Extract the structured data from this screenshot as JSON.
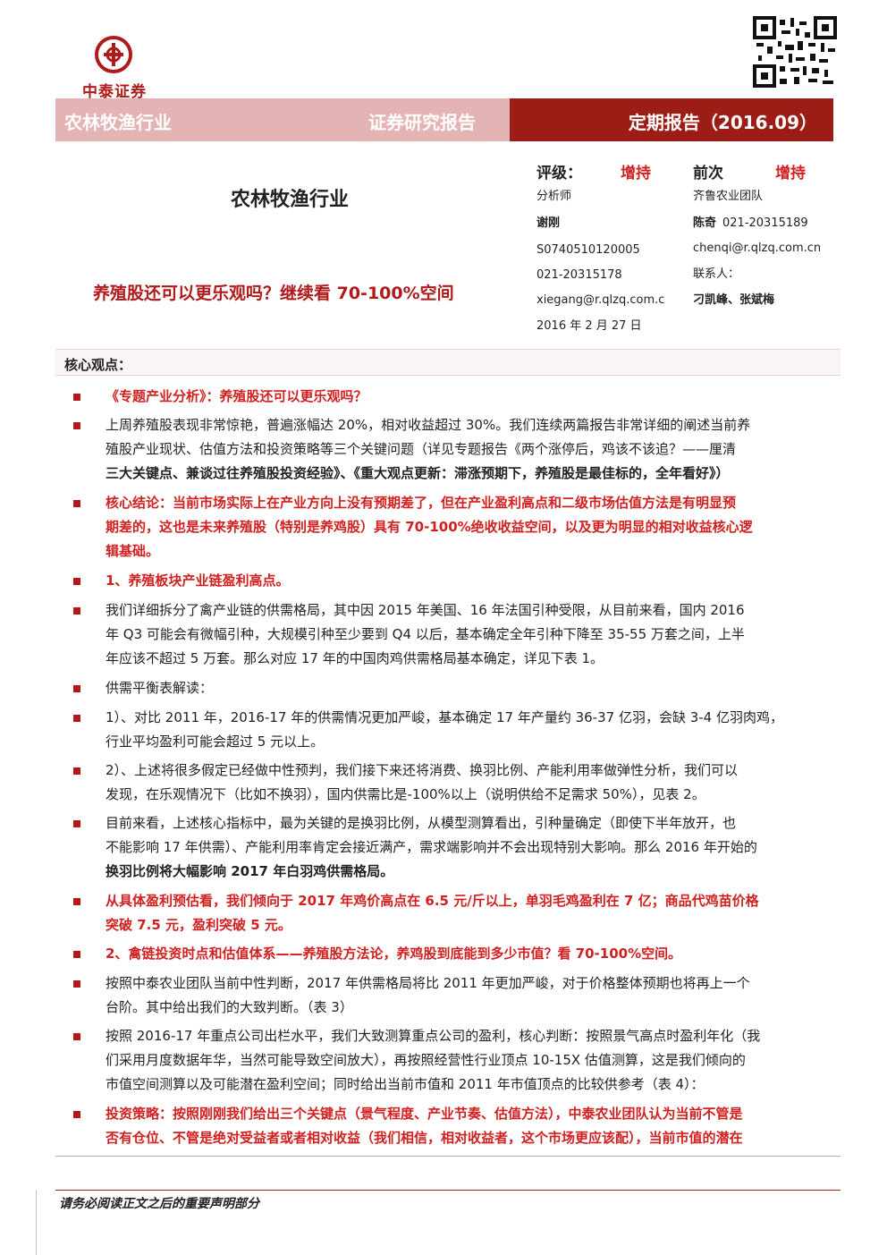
{
  "logo": {
    "name": "中泰证券",
    "brand_color": "#b01a1a"
  },
  "banner": {
    "sector": "农林牧渔行业",
    "report_type": "证券研究报告",
    "period": "定期报告（2016.09）",
    "left_color": "#e4b4b4",
    "right_color": "#9c1c16"
  },
  "header": {
    "sector_title": "农林牧渔行业",
    "headline": "养殖股还可以更乐观吗？继续看 70-100%空间"
  },
  "rating": {
    "label": "评级：",
    "value": "增持",
    "prev_label": "前次",
    "prev_value": "增持"
  },
  "analysts": {
    "role": "分析师",
    "name": "谢刚",
    "license": "S0740510120005",
    "phone": "021-20315178",
    "email": "xiegang@r.qlzq.com.c",
    "date": "2016 年 2 月 27 日"
  },
  "team": {
    "name": "齐鲁农业团队",
    "member_name": "陈奇",
    "member_phone": "021-20315189",
    "member_email": "chenqi@r.qlzq.com.cn",
    "contact_label": "联系人：",
    "contacts": "刁凯峰、张斌梅"
  },
  "section": {
    "title": "核心观点："
  },
  "paragraphs": [
    {
      "style": "red",
      "lines": [
        "《专题产业分析》：养殖股还可以更乐观吗？"
      ]
    },
    {
      "style": "mixed",
      "lines": [
        "上周养殖股表现非常惊艳，普遍涨幅达 20%，相对收益超过 30%。我们连续两篇报告非常详细的阐述当前养",
        "殖股产业现状、估值方法和投资策略等三个关键问题（详见专题报告《两个涨停后，鸡该不该追？——厘清",
        "三大关键点、兼谈过往养殖股投资经验》、《重大观点更新：滞涨预期下，养殖股是最佳标的，全年看好》）"
      ]
    },
    {
      "style": "red",
      "lines": [
        "核心结论：当前市场实际上在产业方向上没有预期差了，但在产业盈利高点和二级市场估值方法是有明显预",
        "期差的，这也是未来养殖股（特别是养鸡股）具有 70-100%绝收收益空间，以及更为明显的相对收益核心逻",
        "辑基础。"
      ]
    },
    {
      "style": "red",
      "lines": [
        "1、养殖板块产业链盈利高点。"
      ]
    },
    {
      "style": "normal",
      "lines": [
        "我们详细拆分了禽产业链的供需格局，其中因 2015 年美国、16 年法国引种受限，从目前来看，国内 2016",
        "年 Q3 可能会有微幅引种，大规模引种至少要到 Q4 以后，基本确定全年引种下降至 35-55 万套之间，上半",
        "年应该不超过 5 万套。那么对应 17 年的中国肉鸡供需格局基本确定，详见下表 1。"
      ]
    },
    {
      "style": "normal",
      "lines": [
        "供需平衡表解读："
      ]
    },
    {
      "style": "normal",
      "lines": [
        "1）、对比 2011 年，2016-17 年的供需情况更加严峻，基本确定 17 年产量约 36-37 亿羽，会缺 3-4 亿羽肉鸡，",
        "行业平均盈利可能会超过 5 元以上。"
      ]
    },
    {
      "style": "normal",
      "lines": [
        "2）、上述将很多假定已经做中性预判，我们接下来还将消费、换羽比例、产能利用率做弹性分析，我们可以",
        "发现，在乐观情况下（比如不换羽），国内供需比是-100%以上（说明供给不足需求 50%），见表 2。"
      ]
    },
    {
      "style": "mixed2",
      "lines": [
        "目前来看，上述核心指标中，最为关键的是换羽比例，从模型测算看出，引种量确定（即使下半年放开，也",
        "不能影响 17 年供需）、产能利用率肯定会接近满产，需求端影响并不会出现特别大影响。那么 2016 年开始的",
        "换羽比例将大幅影响 2017 年白羽鸡供需格局。"
      ]
    },
    {
      "style": "red",
      "lines": [
        "从具体盈利预估看，我们倾向于 2017 年鸡价高点在 6.5 元/斤以上，单羽毛鸡盈利在 7 亿；商品代鸡苗价格",
        "突破 7.5 元，盈利突破 5 元。"
      ]
    },
    {
      "style": "red",
      "lines": [
        "2、禽链投资时点和估值体系——养殖股方法论，养鸡股到底能到多少市值？看 70-100%空间。"
      ]
    },
    {
      "style": "normal",
      "lines": [
        "按照中泰农业团队当前中性判断，2017 年供需格局将比 2011 年更加严峻，对于价格整体预期也将再上一个",
        "台阶。其中给出我们的大致判断。（表 3）"
      ]
    },
    {
      "style": "normal",
      "lines": [
        "按照 2016-17 年重点公司出栏水平，我们大致测算重点公司的盈利，核心判断：按照景气高点时盈利年化（我",
        "们采用月度数据年华，当然可能导致空间放大），再按照经营性行业顶点 10-15X 估值测算，这是我们倾向的",
        "市值空间测算以及可能潜在盈利空间；同时给出当前市值和 2011 年市值顶点的比较供参考（表 4）："
      ]
    },
    {
      "style": "red",
      "lines": [
        "投资策略：按照刚刚我们给出三个关键点（景气程度、产业节奏、估值方法），中泰农业团队认为当前不管是",
        "否有仓位、不管是绝对受益者或者相对收益（我们相信，相对收益者，这个市场更应该配），当前市值的潜在"
      ]
    }
  ],
  "footer": {
    "note": "请务必阅读正文之后的重要声明部分"
  }
}
